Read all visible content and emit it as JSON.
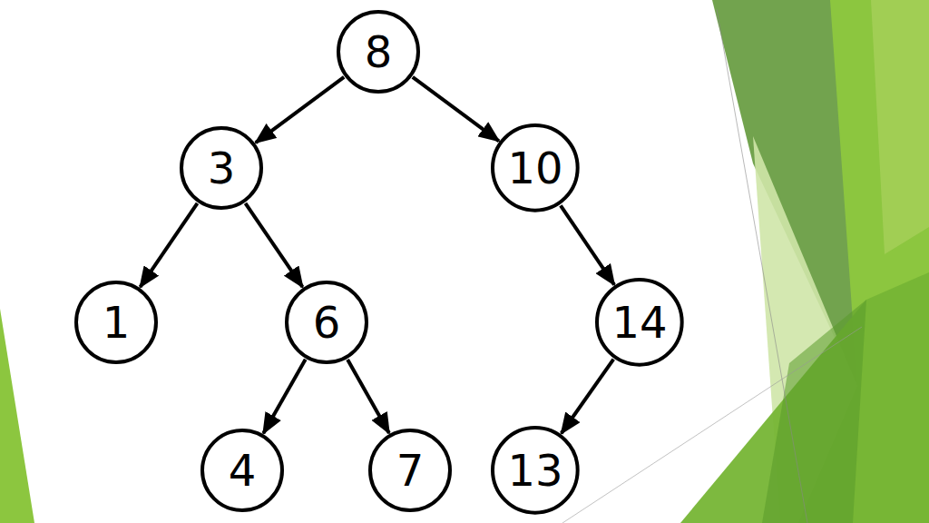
{
  "diagram": {
    "nodes": [
      {
        "text": [
          "8"
        ]
      },
      {
        "text": [
          "3"
        ]
      },
      {
        "text": [
          "10"
        ]
      },
      {
        "text": [
          "1"
        ]
      },
      {
        "text": [
          "6"
        ]
      },
      {
        "text": [
          "14"
        ]
      },
      {
        "text": [
          "4"
        ]
      },
      {
        "text": [
          "7"
        ]
      },
      {
        "text": [
          "13"
        ]
      }
    ],
    "edges": [
      {
        "from": 0,
        "to": 1,
        "arrow": "to"
      },
      {
        "from": 0,
        "to": 2,
        "arrow": "to"
      },
      {
        "from": 1,
        "to": 3,
        "arrow": "to"
      },
      {
        "from": 1,
        "to": 4,
        "arrow": "to"
      },
      {
        "from": 2,
        "to": 5,
        "arrow": "to"
      },
      {
        "from": 4,
        "to": 6,
        "arrow": "to"
      },
      {
        "from": 4,
        "to": 7,
        "arrow": "to"
      },
      {
        "from": 5,
        "to": 8,
        "arrow": "to"
      }
    ]
  }
}
